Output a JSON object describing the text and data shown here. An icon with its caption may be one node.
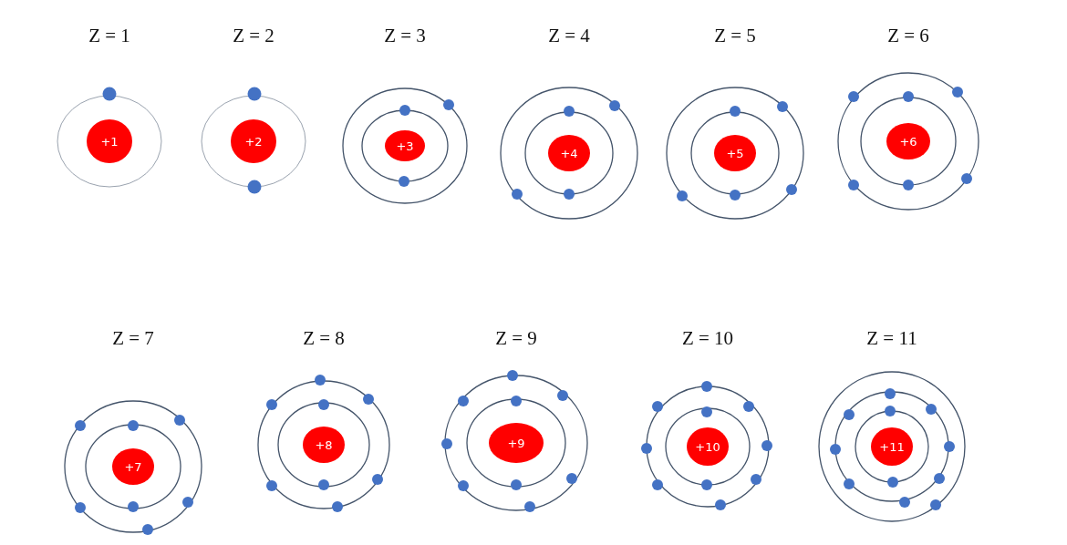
{
  "diagram": {
    "nodes": [
      {
        "text": [
          "+1"
        ]
      },
      {
        "text": [
          "+2"
        ]
      },
      {
        "text": [
          "+3"
        ]
      },
      {
        "text": [
          "+4"
        ]
      },
      {
        "text": [
          "+5"
        ]
      },
      {
        "text": [
          "+6"
        ]
      },
      {
        "text": [
          "+7"
        ]
      },
      {
        "text": [
          "+8"
        ]
      },
      {
        "text": [
          "+9"
        ]
      },
      {
        "text": [
          "+10"
        ]
      },
      {
        "text": [
          "+11"
        ]
      }
    ],
    "labels": [
      "Z = 1",
      "Z = 2",
      "Z = 3",
      "Z = 4",
      "Z = 5",
      "Z = 6",
      "Z = 7",
      "Z = 8",
      "Z = 9",
      "Z = 10",
      "Z = 11"
    ]
  }
}
